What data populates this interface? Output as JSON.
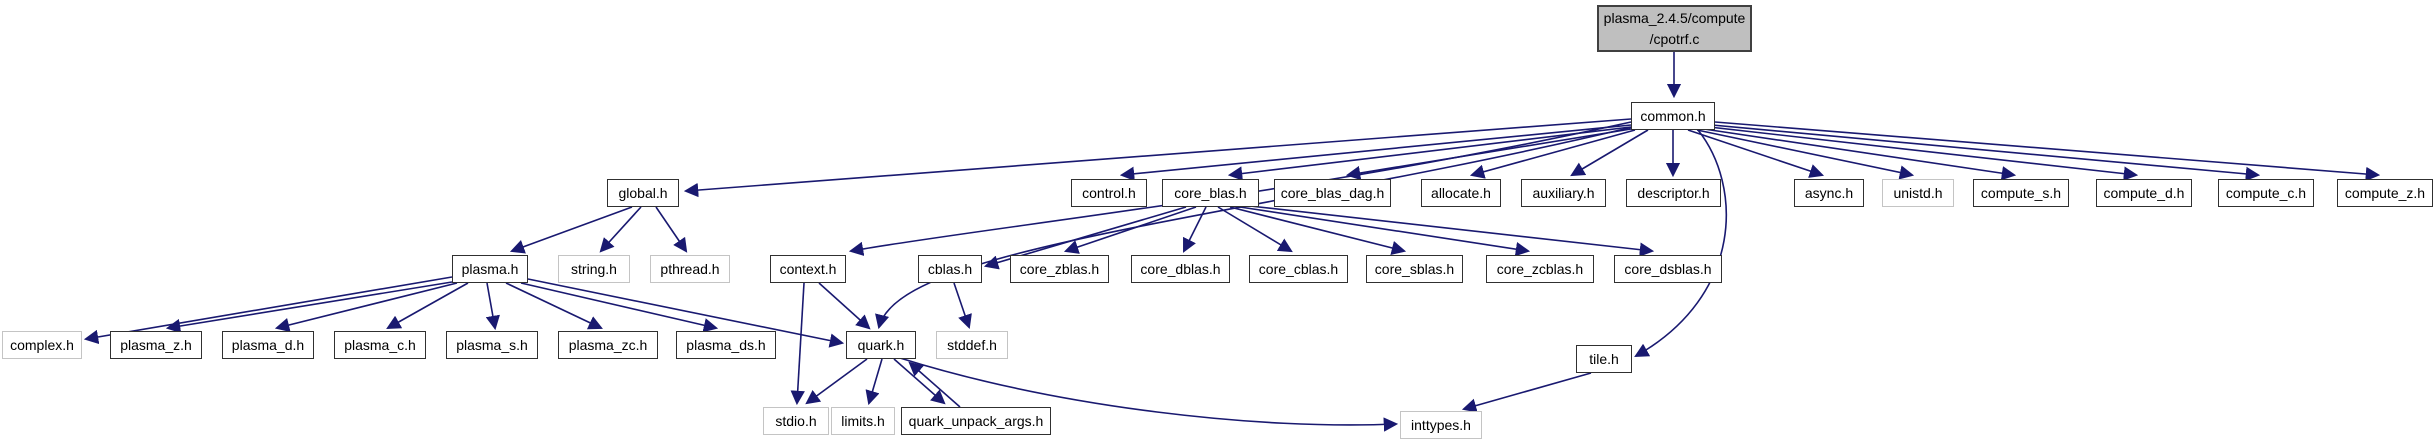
{
  "diagram": {
    "type": "include-dependency-graph",
    "nodes": [
      {
        "id": "cpotrf.c",
        "label": "plasma_2.4.5/compute\n/cpotrf.c",
        "kind": "source"
      },
      {
        "id": "common.h",
        "label": "common.h",
        "kind": "internal"
      },
      {
        "id": "global.h",
        "label": "global.h",
        "kind": "internal"
      },
      {
        "id": "control.h",
        "label": "control.h",
        "kind": "internal"
      },
      {
        "id": "core_blas.h",
        "label": "core_blas.h",
        "kind": "internal"
      },
      {
        "id": "core_blas_dag.h",
        "label": "core_blas_dag.h",
        "kind": "internal"
      },
      {
        "id": "allocate.h",
        "label": "allocate.h",
        "kind": "internal"
      },
      {
        "id": "auxiliary.h",
        "label": "auxiliary.h",
        "kind": "internal"
      },
      {
        "id": "descriptor.h",
        "label": "descriptor.h",
        "kind": "internal"
      },
      {
        "id": "async.h",
        "label": "async.h",
        "kind": "internal"
      },
      {
        "id": "unistd.h",
        "label": "unistd.h",
        "kind": "external"
      },
      {
        "id": "compute_s.h",
        "label": "compute_s.h",
        "kind": "internal"
      },
      {
        "id": "compute_d.h",
        "label": "compute_d.h",
        "kind": "internal"
      },
      {
        "id": "compute_c.h",
        "label": "compute_c.h",
        "kind": "internal"
      },
      {
        "id": "compute_z.h",
        "label": "compute_z.h",
        "kind": "internal"
      },
      {
        "id": "plasma.h",
        "label": "plasma.h",
        "kind": "internal"
      },
      {
        "id": "string.h",
        "label": "string.h",
        "kind": "external"
      },
      {
        "id": "pthread.h",
        "label": "pthread.h",
        "kind": "external"
      },
      {
        "id": "context.h",
        "label": "context.h",
        "kind": "internal"
      },
      {
        "id": "cblas.h",
        "label": "cblas.h",
        "kind": "internal"
      },
      {
        "id": "core_zblas.h",
        "label": "core_zblas.h",
        "kind": "internal"
      },
      {
        "id": "core_dblas.h",
        "label": "core_dblas.h",
        "kind": "internal"
      },
      {
        "id": "core_cblas.h",
        "label": "core_cblas.h",
        "kind": "internal"
      },
      {
        "id": "core_sblas.h",
        "label": "core_sblas.h",
        "kind": "internal"
      },
      {
        "id": "core_zcblas.h",
        "label": "core_zcblas.h",
        "kind": "internal"
      },
      {
        "id": "core_dsblas.h",
        "label": "core_dsblas.h",
        "kind": "internal"
      },
      {
        "id": "complex.h",
        "label": "complex.h",
        "kind": "external"
      },
      {
        "id": "plasma_z.h",
        "label": "plasma_z.h",
        "kind": "internal"
      },
      {
        "id": "plasma_d.h",
        "label": "plasma_d.h",
        "kind": "internal"
      },
      {
        "id": "plasma_c.h",
        "label": "plasma_c.h",
        "kind": "internal"
      },
      {
        "id": "plasma_s.h",
        "label": "plasma_s.h",
        "kind": "internal"
      },
      {
        "id": "plasma_zc.h",
        "label": "plasma_zc.h",
        "kind": "internal"
      },
      {
        "id": "plasma_ds.h",
        "label": "plasma_ds.h",
        "kind": "internal"
      },
      {
        "id": "quark.h",
        "label": "quark.h",
        "kind": "internal"
      },
      {
        "id": "stddef.h",
        "label": "stddef.h",
        "kind": "external"
      },
      {
        "id": "tile.h",
        "label": "tile.h",
        "kind": "internal"
      },
      {
        "id": "stdio.h",
        "label": "stdio.h",
        "kind": "external"
      },
      {
        "id": "limits.h",
        "label": "limits.h",
        "kind": "external"
      },
      {
        "id": "quark_unpack_args.h",
        "label": "quark_unpack_args.h",
        "kind": "internal"
      },
      {
        "id": "inttypes.h",
        "label": "inttypes.h",
        "kind": "external"
      }
    ],
    "edges": [
      {
        "from": "cpotrf.c",
        "to": "common.h"
      },
      {
        "from": "common.h",
        "to": "global.h"
      },
      {
        "from": "common.h",
        "to": "control.h"
      },
      {
        "from": "common.h",
        "to": "core_blas.h"
      },
      {
        "from": "common.h",
        "to": "core_blas_dag.h"
      },
      {
        "from": "common.h",
        "to": "allocate.h"
      },
      {
        "from": "common.h",
        "to": "auxiliary.h"
      },
      {
        "from": "common.h",
        "to": "descriptor.h"
      },
      {
        "from": "common.h",
        "to": "async.h"
      },
      {
        "from": "common.h",
        "to": "unistd.h"
      },
      {
        "from": "common.h",
        "to": "compute_s.h"
      },
      {
        "from": "common.h",
        "to": "compute_d.h"
      },
      {
        "from": "common.h",
        "to": "compute_c.h"
      },
      {
        "from": "common.h",
        "to": "compute_z.h"
      },
      {
        "from": "common.h",
        "to": "context.h"
      },
      {
        "from": "common.h",
        "to": "quark.h"
      },
      {
        "from": "common.h",
        "to": "tile.h"
      },
      {
        "from": "global.h",
        "to": "plasma.h"
      },
      {
        "from": "global.h",
        "to": "string.h"
      },
      {
        "from": "global.h",
        "to": "pthread.h"
      },
      {
        "from": "plasma.h",
        "to": "complex.h"
      },
      {
        "from": "plasma.h",
        "to": "plasma_z.h"
      },
      {
        "from": "plasma.h",
        "to": "plasma_d.h"
      },
      {
        "from": "plasma.h",
        "to": "plasma_c.h"
      },
      {
        "from": "plasma.h",
        "to": "plasma_s.h"
      },
      {
        "from": "plasma.h",
        "to": "plasma_zc.h"
      },
      {
        "from": "plasma.h",
        "to": "plasma_ds.h"
      },
      {
        "from": "plasma.h",
        "to": "quark.h"
      },
      {
        "from": "context.h",
        "to": "stdio.h"
      },
      {
        "from": "context.h",
        "to": "quark.h"
      },
      {
        "from": "core_blas.h",
        "to": "cblas.h"
      },
      {
        "from": "core_blas.h",
        "to": "core_zblas.h"
      },
      {
        "from": "core_blas.h",
        "to": "core_dblas.h"
      },
      {
        "from": "core_blas.h",
        "to": "core_cblas.h"
      },
      {
        "from": "core_blas.h",
        "to": "core_sblas.h"
      },
      {
        "from": "core_blas.h",
        "to": "core_zcblas.h"
      },
      {
        "from": "core_blas.h",
        "to": "core_dsblas.h"
      },
      {
        "from": "cblas.h",
        "to": "stddef.h"
      },
      {
        "from": "quark.h",
        "to": "stdio.h"
      },
      {
        "from": "quark.h",
        "to": "limits.h"
      },
      {
        "from": "quark.h",
        "to": "quark_unpack_args.h"
      },
      {
        "from": "quark.h",
        "to": "inttypes.h"
      },
      {
        "from": "quark_unpack_args.h",
        "to": "quark.h"
      },
      {
        "from": "tile.h",
        "to": "inttypes.h"
      }
    ]
  },
  "colors": {
    "background": "#ffffff",
    "edge": "#191970",
    "node_fill": "#ffffff",
    "source_fill": "#bfbfbf",
    "source_border": "#404040",
    "internal_border": "#303030",
    "external_border": "#c4c4c4",
    "text": "#000000"
  }
}
